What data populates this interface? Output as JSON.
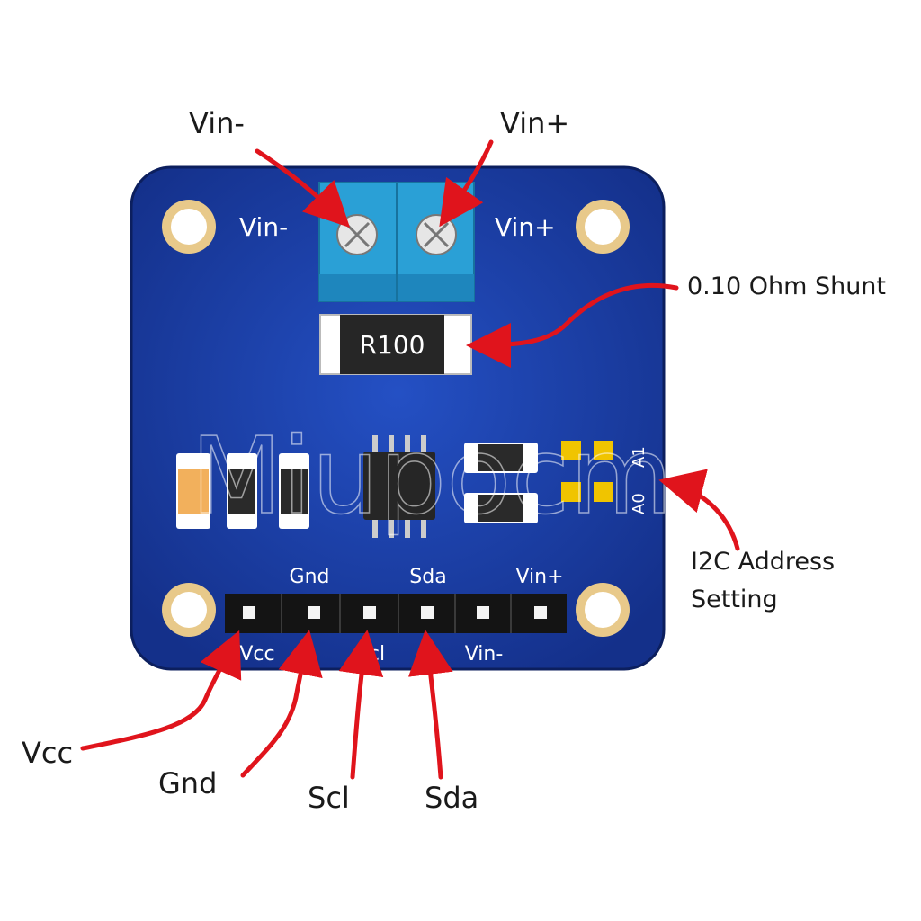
{
  "top_labels": {
    "vin_minus": "Vin-",
    "vin_plus": "Vin+"
  },
  "board": {
    "color": "#1c3fa8",
    "silk_vin_minus": "Vin-",
    "silk_vin_plus": "Vin+",
    "resistor_code": "R100",
    "jumper_a0": "A0",
    "jumper_a1": "A1",
    "header_top": [
      "Gnd",
      "Sda",
      "Vin+"
    ],
    "header_bottom": [
      "Vcc",
      "Scl",
      "Vin-"
    ],
    "watermark": "Miupocm"
  },
  "annotations": {
    "shunt": "0.10 Ohm Shunt",
    "i2c_line1": "I2C Address",
    "i2c_line2": "Setting"
  },
  "bottom_labels": {
    "vcc": "Vcc",
    "gnd": "Gnd",
    "scl": "Scl",
    "sda": "Sda"
  },
  "colors": {
    "arrow": "#e0141c",
    "terminal": "#2aa0d6",
    "pad": "#f0c400",
    "hole_ring": "#e8c98a"
  }
}
